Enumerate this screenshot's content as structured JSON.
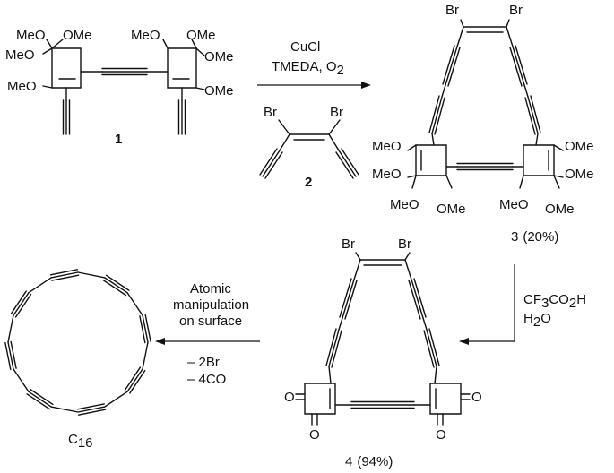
{
  "scheme": {
    "compound1": {
      "number": "1",
      "substituents": [
        "MeO",
        "OMe",
        "MeO",
        "MeO",
        "MeO",
        "OMe",
        "OMe",
        "OMe"
      ]
    },
    "step1": {
      "reagent_line1": "CuCl",
      "reagent_line2_main": "TMEDA, O",
      "reagent_line2_sub": "2"
    },
    "compound2": {
      "number": "2",
      "labels": [
        "Br",
        "Br"
      ]
    },
    "compound3": {
      "labels_top": [
        "Br",
        "Br"
      ],
      "substituents": [
        "MeO",
        "OMe",
        "MeO",
        "OMe",
        "MeO",
        "OMe",
        "MeO",
        "OMe"
      ],
      "number": "3",
      "yield": "(20%)"
    },
    "step2": {
      "line1": [
        "CF",
        "3",
        "CO",
        "2",
        "H"
      ],
      "line2": [
        "H",
        "2",
        "O"
      ]
    },
    "compound4": {
      "labels_top": [
        "Br",
        "Br"
      ],
      "oxygens": [
        "O",
        "O",
        "O",
        "O"
      ],
      "number": "4",
      "yield": "(94%)"
    },
    "step3": {
      "lines": [
        "Atomic",
        "manipulation",
        "on surface"
      ],
      "losses": [
        "– 2Br",
        "– 4CO"
      ]
    },
    "product": {
      "label_main": "C",
      "label_sub": "16"
    }
  }
}
